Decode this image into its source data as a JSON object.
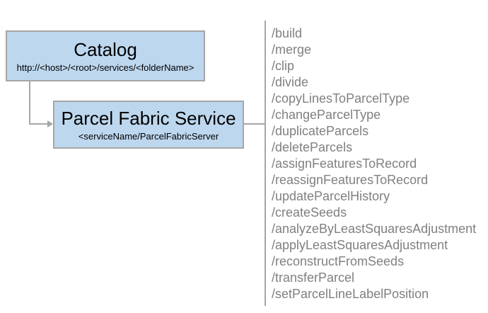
{
  "diagram": {
    "catalog_node": {
      "title": "Catalog",
      "subtitle": "http://<host>/<root>/services/<folderName>"
    },
    "service_node": {
      "title": "Parcel Fabric Service",
      "subtitle": "<serviceName/ParcelFabricServer"
    },
    "endpoints": [
      "/build",
      "/merge",
      "/clip",
      "/divide",
      "/copyLinesToParcelType",
      "/changeParcelType",
      "/duplicateParcels",
      "/deleteParcels",
      "/assignFeaturesToRecord",
      "/reassignFeaturesToRecord",
      "/updateParcelHistory",
      "/createSeeds",
      "/analyzeByLeastSquaresAdjustment",
      "/applyLeastSquaresAdjustment",
      "/reconstructFromSeeds",
      "/transferParcel",
      "/setParcelLineLabelPosition"
    ],
    "colors": {
      "node_fill": "#BDD7EE",
      "node_border": "#A6A6A6",
      "connector": "#A6A6A6",
      "endpoint_text": "#808080",
      "node_text": "#000000"
    }
  }
}
